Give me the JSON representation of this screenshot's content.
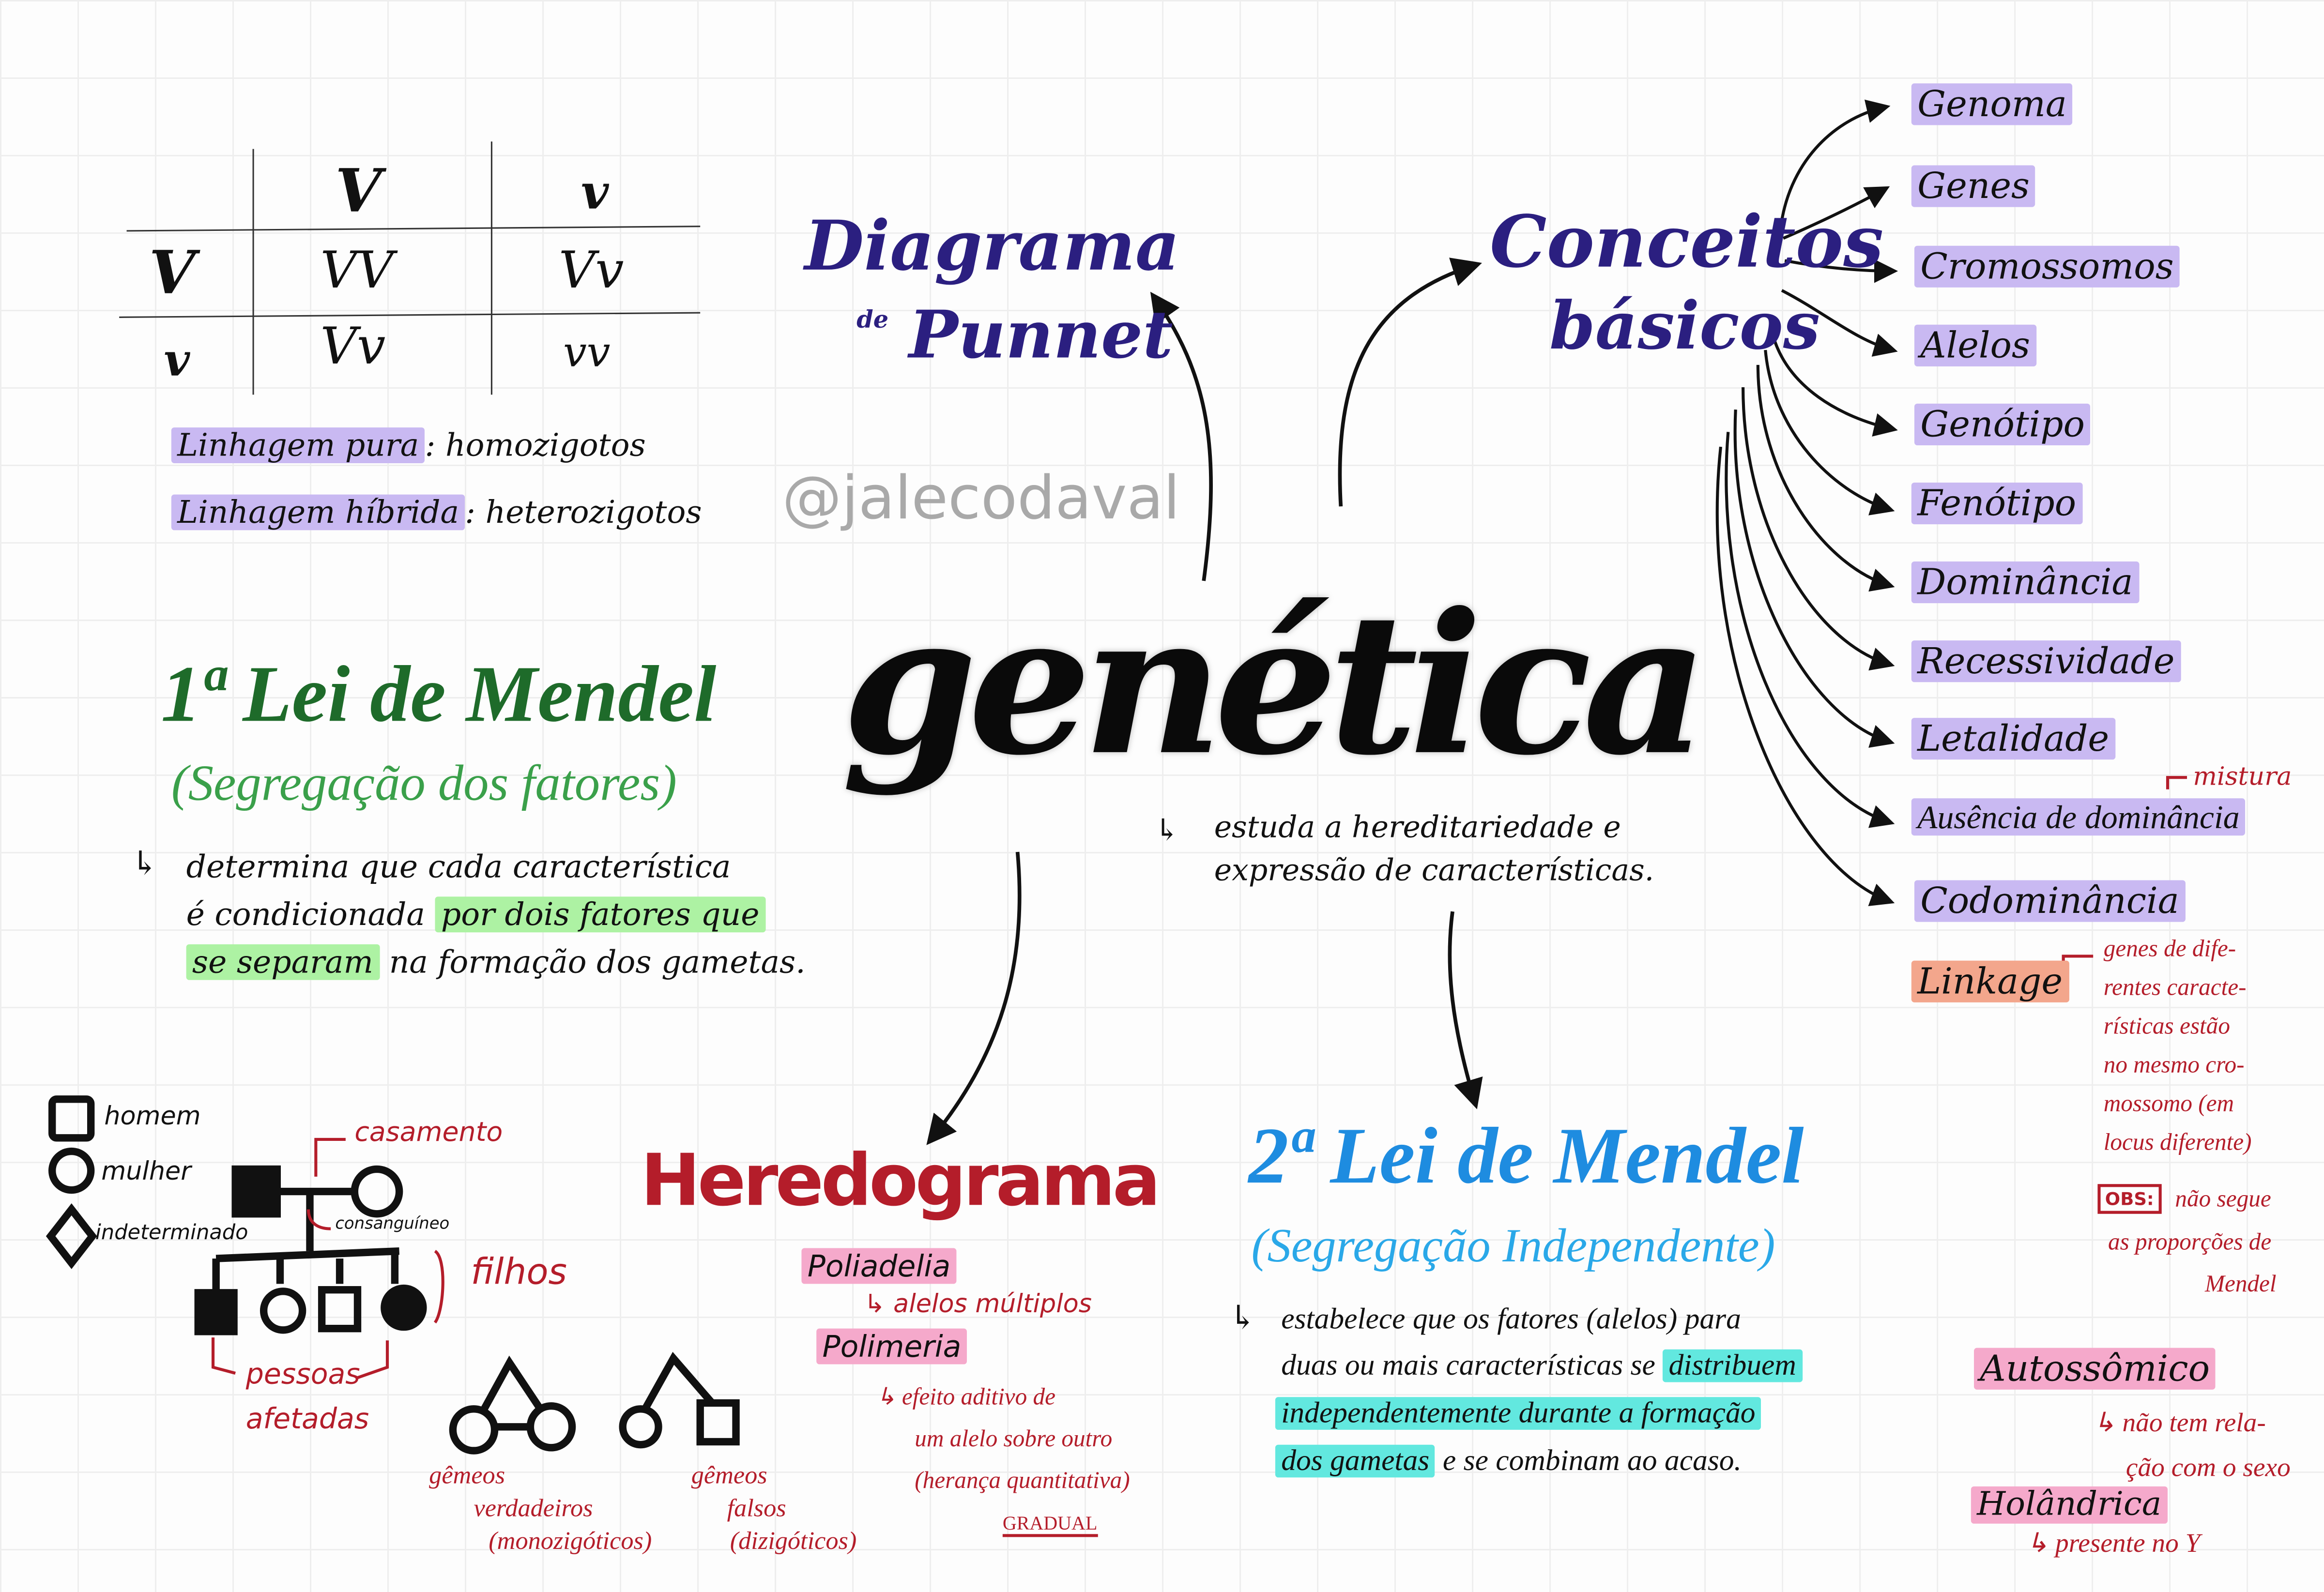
{
  "punnett": {
    "title_line1": "Diagrama",
    "title_line2_prefix": "de",
    "title_line2": "Punnet",
    "col_headers": [
      "V",
      "v"
    ],
    "row_headers": [
      "V",
      "v"
    ],
    "cells": [
      [
        "VV",
        "Vv"
      ],
      [
        "Vv",
        "vv"
      ]
    ],
    "lines": [
      {
        "term": "Linhagem pura",
        "sep": ":",
        "meaning": "homozigotos"
      },
      {
        "term": "Linhagem híbrida",
        "sep": ":",
        "meaning": "heterozigotos"
      }
    ]
  },
  "watermark": "@jalecodaval",
  "center": {
    "title": "genética",
    "description_line1": "estuda a hereditariedade e",
    "description_line2": "expressão de características."
  },
  "concepts": {
    "title_line1": "Conceitos",
    "title_line2": "básicos",
    "items": [
      "Genoma",
      "Genes",
      "Cromossomos",
      "Alelos",
      "Genótipo",
      "Fenótipo",
      "Dominância",
      "Recessividade",
      "Letalidade",
      "Ausência de dominância",
      "Codominância"
    ],
    "mistura": "mistura",
    "linkage": "Linkage",
    "linkage_note": [
      "genes de dife-",
      "rentes caracte-",
      "rísticas estão",
      "no mesmo cro-",
      "mossomo (em",
      "locus diferente)"
    ],
    "obs_label": "OBS:",
    "obs_note": [
      "não segue",
      "as proporções de",
      "Mendel"
    ]
  },
  "lei1": {
    "title": "1ª Lei de Mendel",
    "subtitle": "(Segregação dos fatores)",
    "text_a": "determina que cada característica",
    "text_b": "é condicionada",
    "text_c_hl": "por dois fatores que",
    "text_d_hl": "se separam",
    "text_e": "na formação dos gametas."
  },
  "heredograma": {
    "title": "Heredograma",
    "legend": [
      "homem",
      "mulher",
      "indeterminado"
    ],
    "casamento": "casamento",
    "consanguineo": "consanguíneo",
    "filhos": "filhos",
    "afetadas_line1": "pessoas",
    "afetadas_line2": "afetadas",
    "gemeos_verdadeiros": [
      "gêmeos",
      "verdadeiros",
      "(monozigóticos)"
    ],
    "gemeos_falsos": [
      "gêmeos",
      "falsos",
      "(dizigóticos)"
    ],
    "poliadelia": "Poliadelia",
    "poliadelia_note": "alelos múltiplos",
    "polimeria": "Polimeria",
    "polimeria_note": [
      "efeito aditivo de",
      "um alelo sobre outro",
      "(herança quantitativa)"
    ],
    "gradual": "GRADUAL"
  },
  "lei2": {
    "title": "2ª Lei de Mendel",
    "subtitle": "(Segregação Independente)",
    "line1": "estabelece que os fatores (alelos) para",
    "line2_a": "duas ou mais características se",
    "line2_hl": "distribuem",
    "line3_hl": "independentemente durante a formação",
    "line4_hl": "dos gametas",
    "line4_b": "e se combinam ao acaso."
  },
  "heranca": {
    "autossomico": "Autossômico",
    "autossomico_note": [
      "não tem rela-",
      "ção com o sexo"
    ],
    "holandrica": "Holândrica",
    "holandrica_note": "presente no Y"
  },
  "colors": {
    "navy": "#2b1f80",
    "green": "#1e6b2a",
    "red": "#b41d2a",
    "blue": "#1e8ce0",
    "lavender": "#c9b9f2",
    "pink": "#f5a9cb",
    "cyan": "#62e8df",
    "lime": "#adf2a3",
    "salmon": "#f3a68c"
  }
}
